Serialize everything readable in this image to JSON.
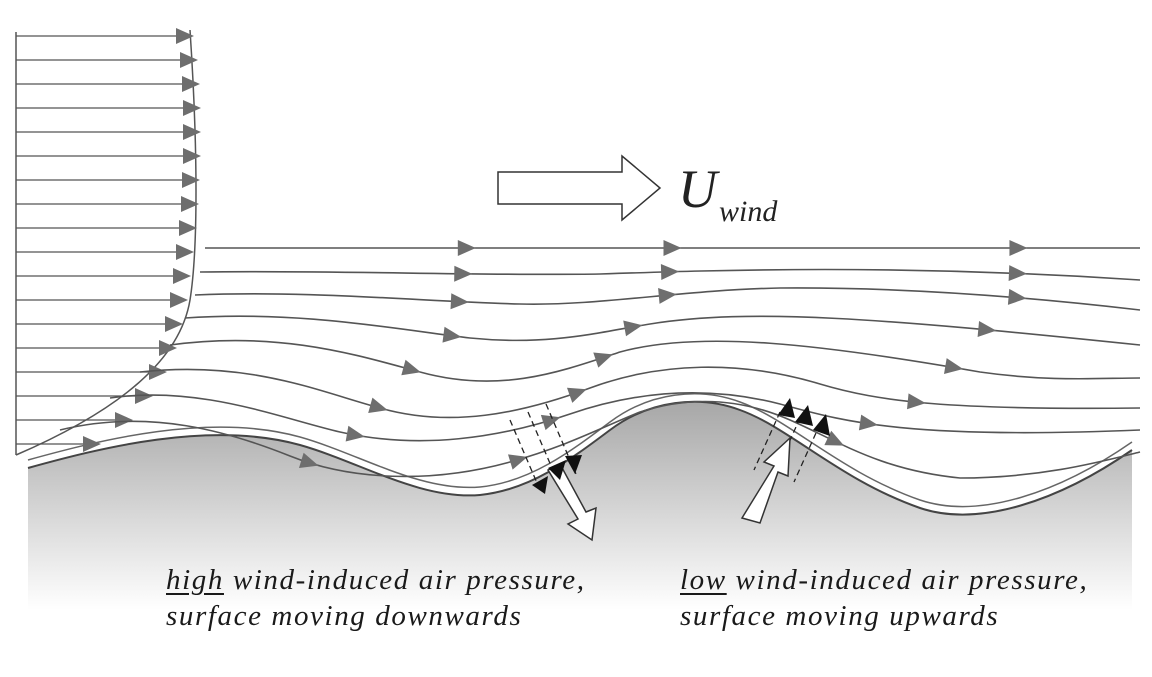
{
  "wind_symbol": {
    "main": "U",
    "subscript": "wind"
  },
  "annotations": {
    "high": {
      "keyword": "high",
      "rest": " wind-induced air pressure,",
      "line2": "surface moving downwards"
    },
    "low": {
      "keyword": "low",
      "rest": " wind-induced air pressure,",
      "line2": "surface moving upwards"
    }
  },
  "colors": {
    "streamline": "#555555",
    "arrowhead": "#6e6e6e",
    "surface_top": "#a7a7a7",
    "surface_bottom": "#ffffff",
    "pressure_arrowhead": "#111111"
  }
}
